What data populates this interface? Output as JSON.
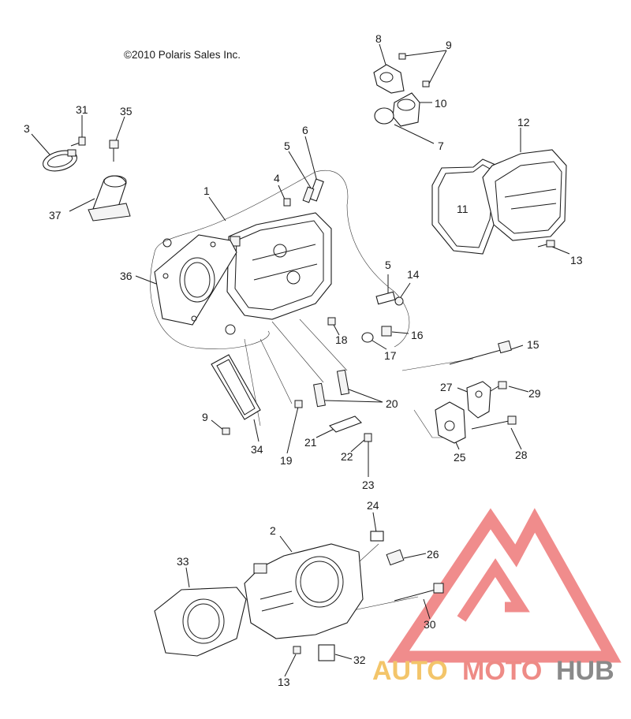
{
  "copyright": "©2010 Polaris Sales Inc.",
  "watermark": {
    "word_1": "AUTO",
    "word_2": "MOTO",
    "word_3": "HUB",
    "colors": {
      "triangle": "#f08c8c",
      "auto": "#f3c56a",
      "moto": "#ee8b86",
      "hub": "#8a8a8a"
    }
  },
  "callouts": {
    "c1": "1",
    "c2": "2",
    "c3": "3",
    "c4": "4",
    "c5a": "5",
    "c5b": "5",
    "c6": "6",
    "c7": "7",
    "c8": "8",
    "c9a": "9",
    "c9b": "9",
    "c10": "10",
    "c11": "11",
    "c12": "12",
    "c13a": "13",
    "c13b": "13",
    "c14": "14",
    "c15": "15",
    "c16": "16",
    "c17": "17",
    "c18": "18",
    "c19": "19",
    "c20": "20",
    "c21": "21",
    "c22": "22",
    "c23": "23",
    "c24": "24",
    "c25": "25",
    "c26": "26",
    "c27": "27",
    "c28": "28",
    "c29": "29",
    "c30": "30",
    "c31": "31",
    "c32": "32",
    "c33": "33",
    "c34": "34",
    "c35": "35",
    "c36": "36",
    "c37": "37"
  }
}
